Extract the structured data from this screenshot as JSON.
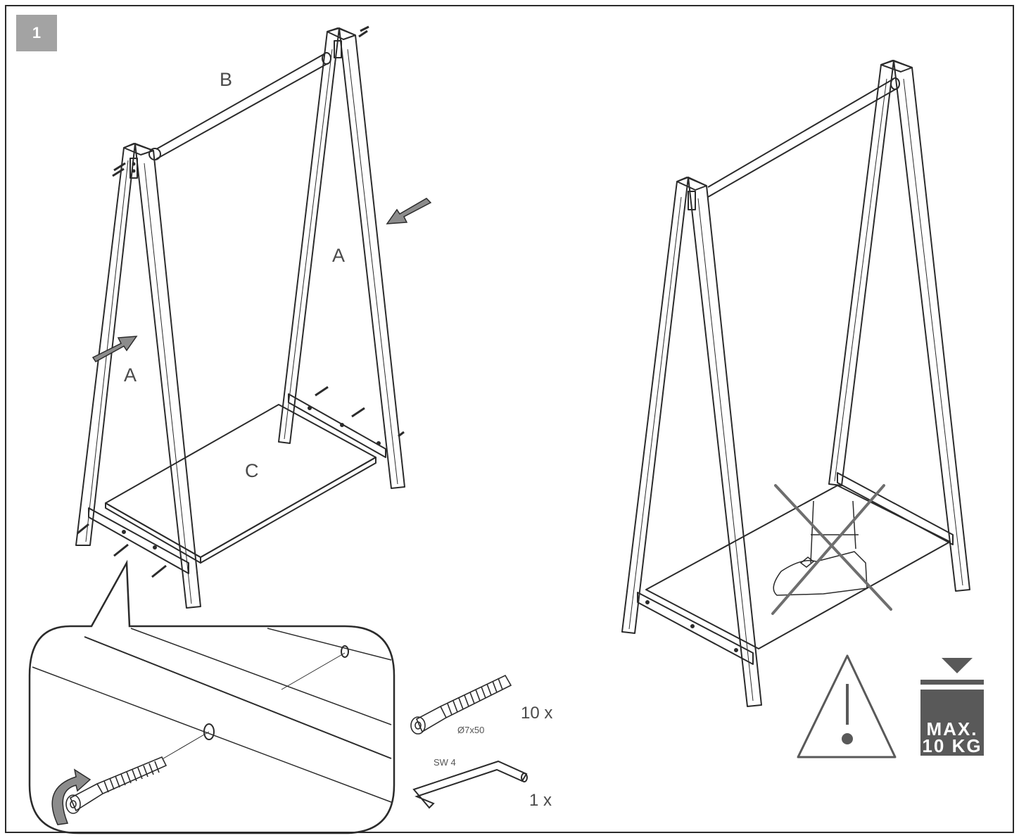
{
  "step": {
    "number": "1"
  },
  "parts": {
    "a_left": "A",
    "a_right": "A",
    "b": "B",
    "c": "C"
  },
  "hardware": {
    "screw_size": "Ø7x50",
    "screw_qty": "10 x",
    "wrench_label": "SW 4",
    "wrench_qty": "1 x"
  },
  "warning": {
    "max_line1": "MAX.",
    "max_line2": "10 KG"
  },
  "colors": {
    "line": "#2b2b2b",
    "arrow_fill": "#8c8c8c",
    "cross": "#6e6e6e",
    "badge": "#a3a3a3",
    "max_block": "#595959"
  },
  "icons": [
    "hex-screw-icon",
    "allen-key-icon",
    "warning-triangle-icon",
    "weight-limit-icon",
    "rotate-arrow-icon",
    "push-arrow-icon",
    "no-standing-icon"
  ]
}
